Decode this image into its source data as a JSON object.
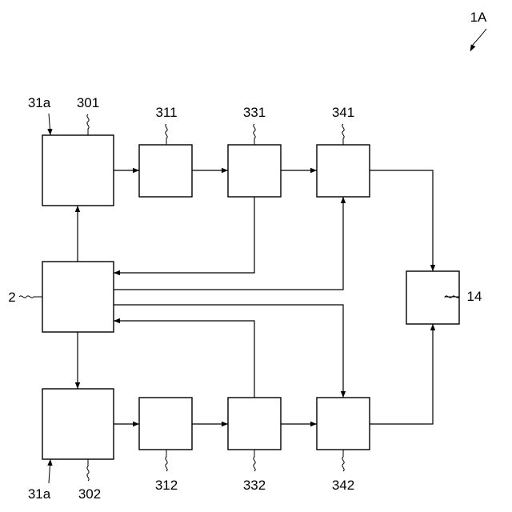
{
  "figure": {
    "ref": "1A",
    "labels": {
      "switch_top": "31a",
      "switch_bottom": "31a",
      "b301": "301",
      "b302": "302",
      "b311": "311",
      "b312": "312",
      "b331": "331",
      "b332": "332",
      "b341": "341",
      "b342": "342",
      "b2": "2",
      "b14": "14"
    }
  }
}
